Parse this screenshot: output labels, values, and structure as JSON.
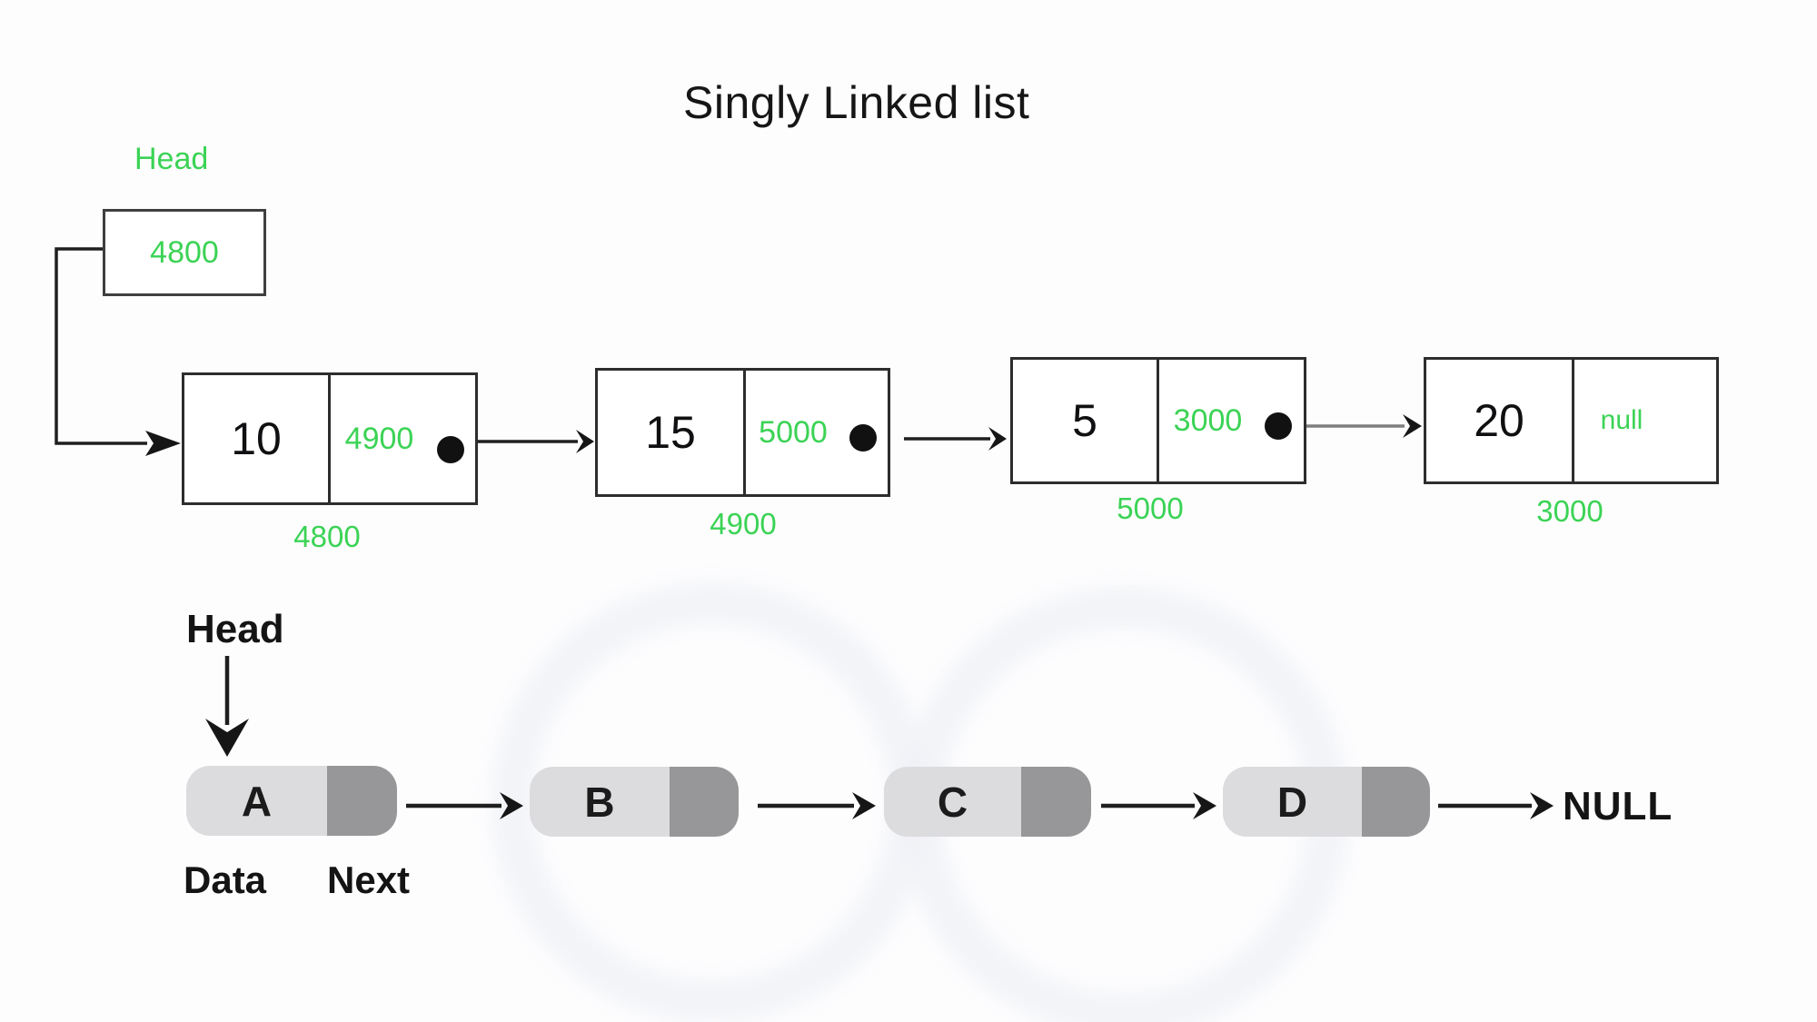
{
  "title": "Singly Linked list",
  "colors": {
    "green": "#3bd355",
    "line_black": "#1f1f1f",
    "line_gray": "#7e7e7e",
    "pill_light": "#dcdcdf",
    "pill_dark": "#97979a"
  },
  "top_diagram": {
    "head_label": "Head",
    "head_pointer_value": "4800",
    "nodes": [
      {
        "data": "10",
        "next": "4900",
        "address": "4800"
      },
      {
        "data": "15",
        "next": "5000",
        "address": "4900"
      },
      {
        "data": "5",
        "next": "3000",
        "address": "5000"
      },
      {
        "data": "20",
        "next": "null",
        "address": "3000"
      }
    ]
  },
  "bottom_diagram": {
    "head_label": "Head",
    "cells": [
      "A",
      "B",
      "C",
      "D"
    ],
    "data_label": "Data",
    "next_label": "Next",
    "terminator": "NULL"
  }
}
